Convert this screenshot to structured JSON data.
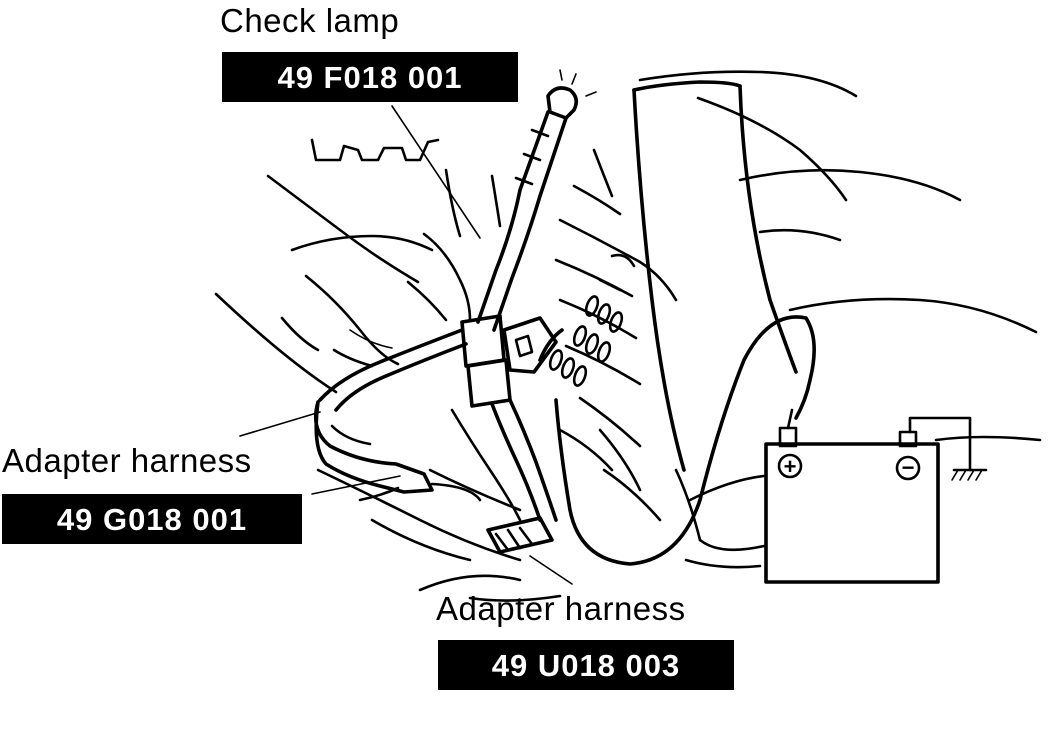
{
  "callouts": {
    "check_lamp": {
      "title": "Check lamp",
      "part_number": "49 F018 001"
    },
    "adapter_g": {
      "title": "Adapter harness",
      "part_number": "49 G018 001"
    },
    "adapter_u": {
      "title": "Adapter harness",
      "part_number": "49 U018 003"
    }
  },
  "battery": {
    "positive_symbol": "+",
    "negative_symbol": "−"
  },
  "colors": {
    "ink": "#000000",
    "paper": "#ffffff"
  }
}
